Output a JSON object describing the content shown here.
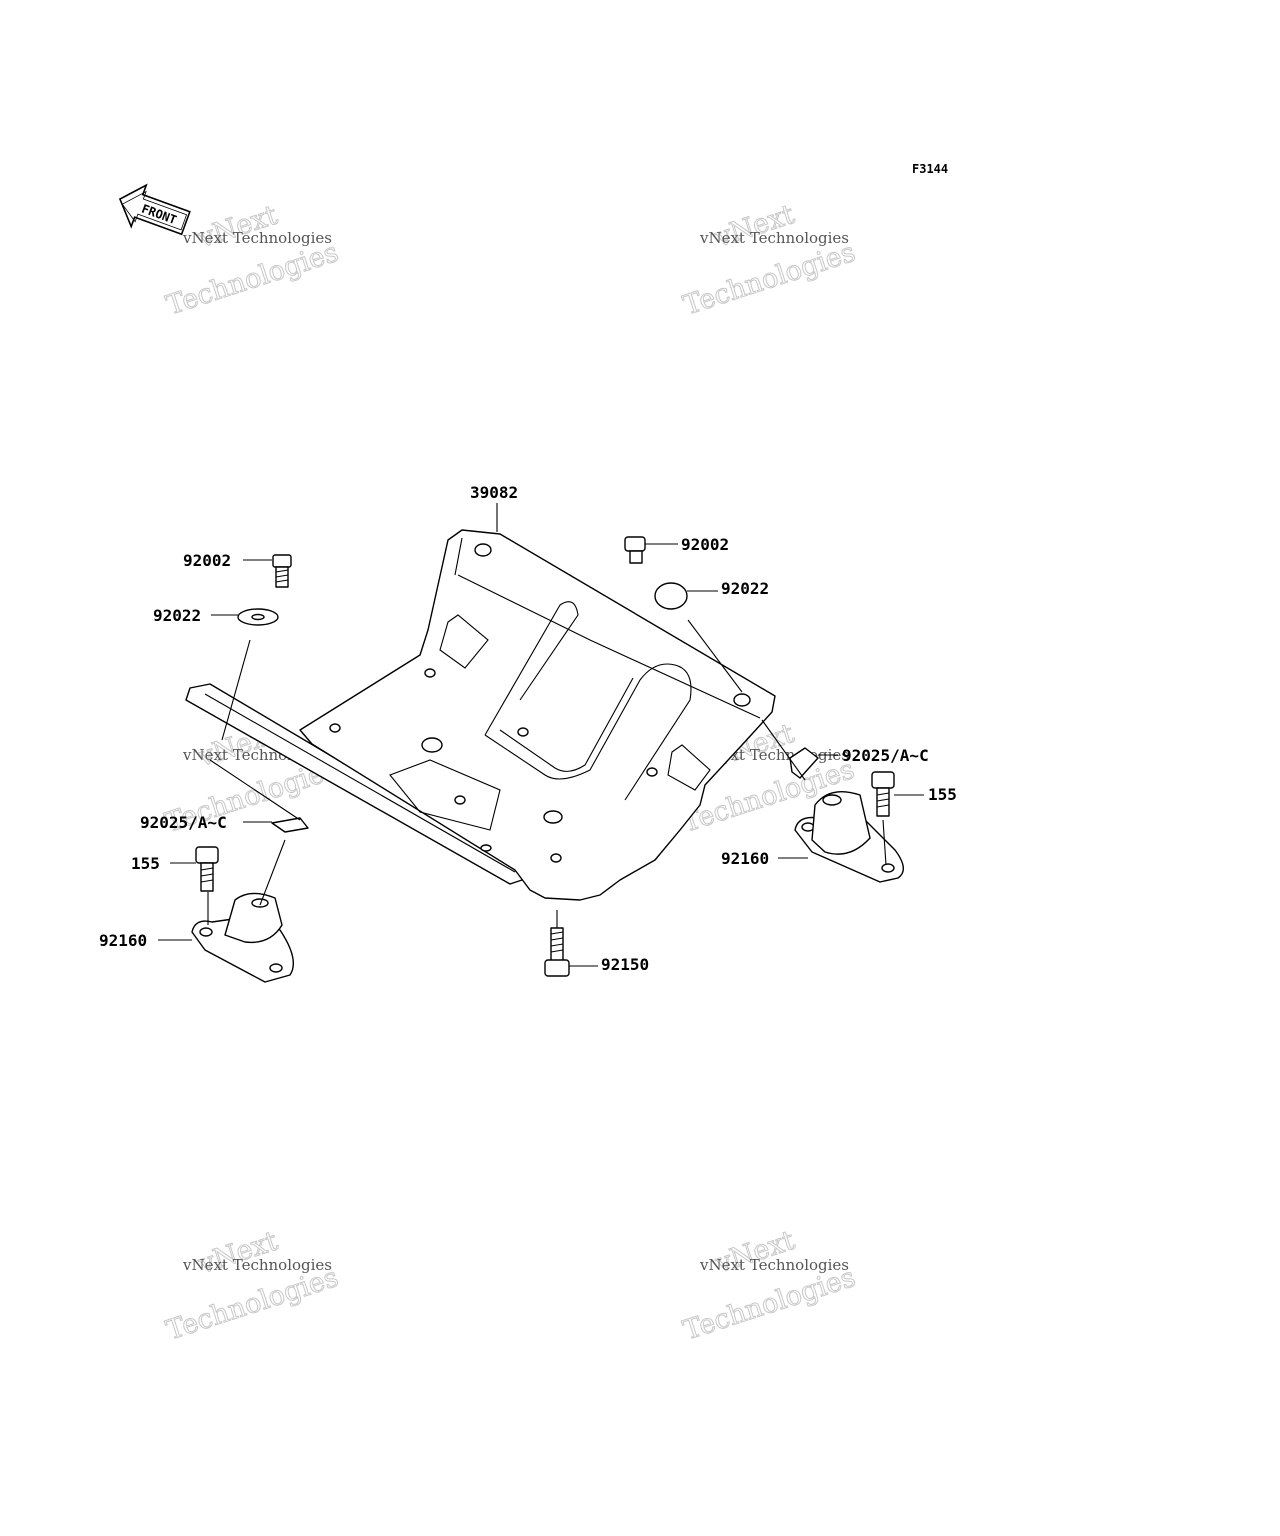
{
  "figure_id": "F3144",
  "front_label": "FRONT",
  "watermark": {
    "line1": "vNext Technologies",
    "line2a": "vNext",
    "line2b": "Technologies"
  },
  "callouts": {
    "c39082": "39082",
    "c92002_left": "92002",
    "c92022_left": "92022",
    "c92025_left": "92025/A~C",
    "c155_left": "155",
    "c92160_left": "92160",
    "c92150": "92150",
    "c92002_right": "92002",
    "c92022_right": "92022",
    "c92025_right": "92025/A~C",
    "c155_right": "155",
    "c92160_right": "92160"
  }
}
